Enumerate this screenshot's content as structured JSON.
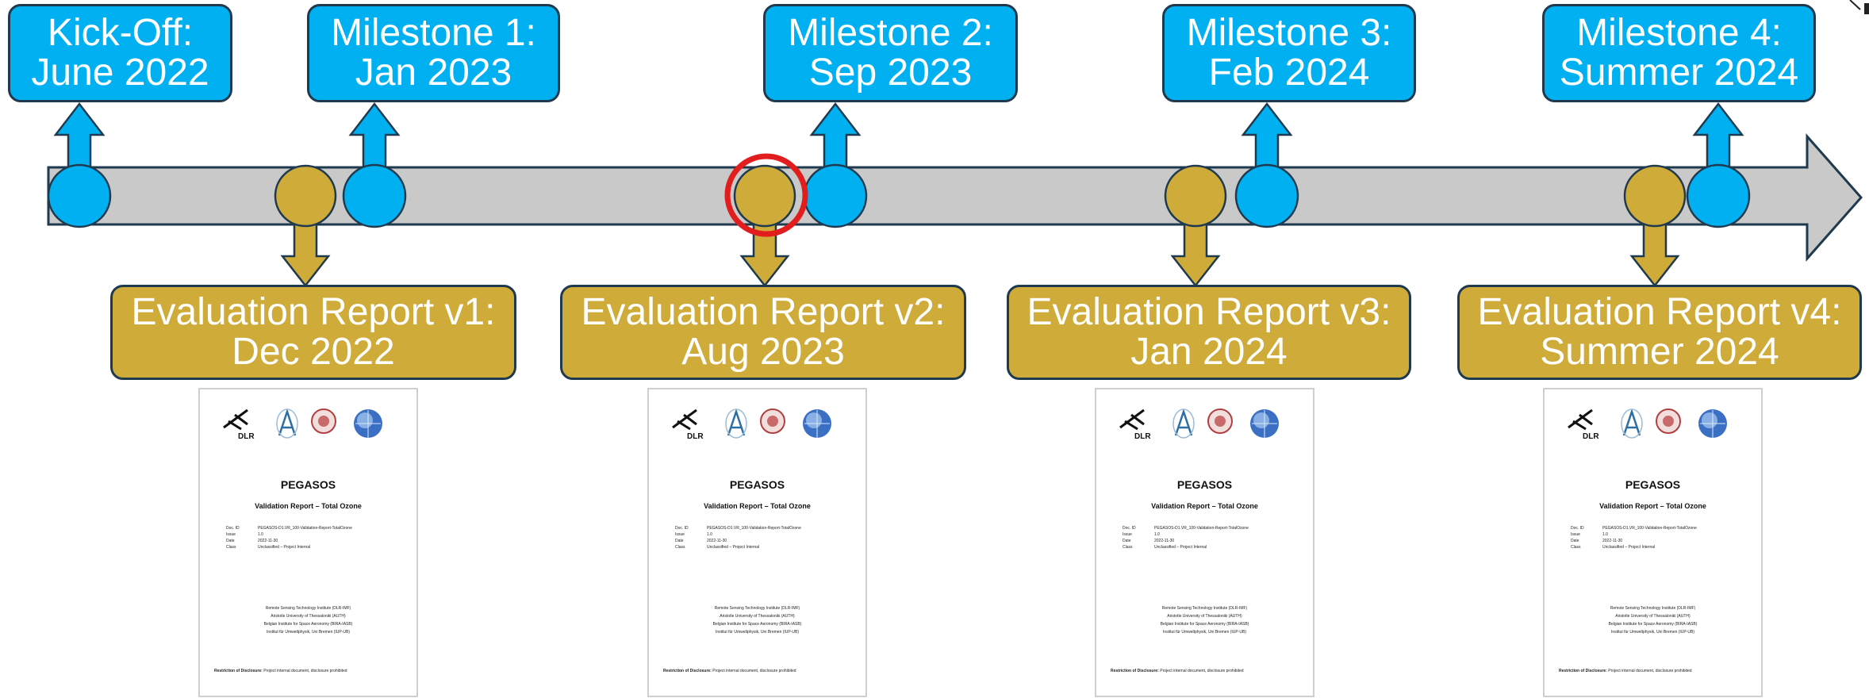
{
  "milestones": [
    {
      "line1": "Kick-Off:",
      "line2": "June 2022"
    },
    {
      "line1": "Milestone 1:",
      "line2": "Jan 2023"
    },
    {
      "line1": "Milestone 2:",
      "line2": "Sep 2023"
    },
    {
      "line1": "Milestone 3:",
      "line2": "Feb 2024"
    },
    {
      "line1": "Milestone 4:",
      "line2": "Summer 2024"
    }
  ],
  "reports": [
    {
      "line1": "Evaluation Report v1:",
      "line2": "Dec 2022"
    },
    {
      "line1": "Evaluation Report v2:",
      "line2": "Aug 2023"
    },
    {
      "line1": "Evaluation Report v3:",
      "line2": "Jan 2024"
    },
    {
      "line1": "Evaluation Report v4:",
      "line2": "Summer 2024"
    }
  ],
  "document": {
    "logo_text": "DLR",
    "title": "PEGASOS",
    "subtitle": "Validation Report – Total Ozone",
    "meta": [
      {
        "key": "Doc. ID",
        "value": "PEGASOS-D1.VR_100-Validation-Report-TotalOzone"
      },
      {
        "key": "Issue",
        "value": "1.0"
      },
      {
        "key": "Date",
        "value": "2022-11-30"
      },
      {
        "key": "Class",
        "value": "Unclassified – Project Internal"
      }
    ],
    "institutions": [
      "Remote Sensing Technology Institute (DLR-IMF)",
      "Aristotle University of Thessaloniki (AUTH)",
      "Belgian Institute for Space Aeronomy (BIRA-IASB)",
      "Institut für Umweltphysik, Uni Bremen (IUP-UB)"
    ],
    "restriction_label": "Restriction of Disclosure:",
    "restriction_text": "Project internal document, disclosure prohibited"
  },
  "colors": {
    "milestone": "#00b0f0",
    "report": "#cfab39",
    "timeline": "#c9c9c9",
    "outline": "#1f3a4f",
    "highlight": "#e21d1d"
  }
}
